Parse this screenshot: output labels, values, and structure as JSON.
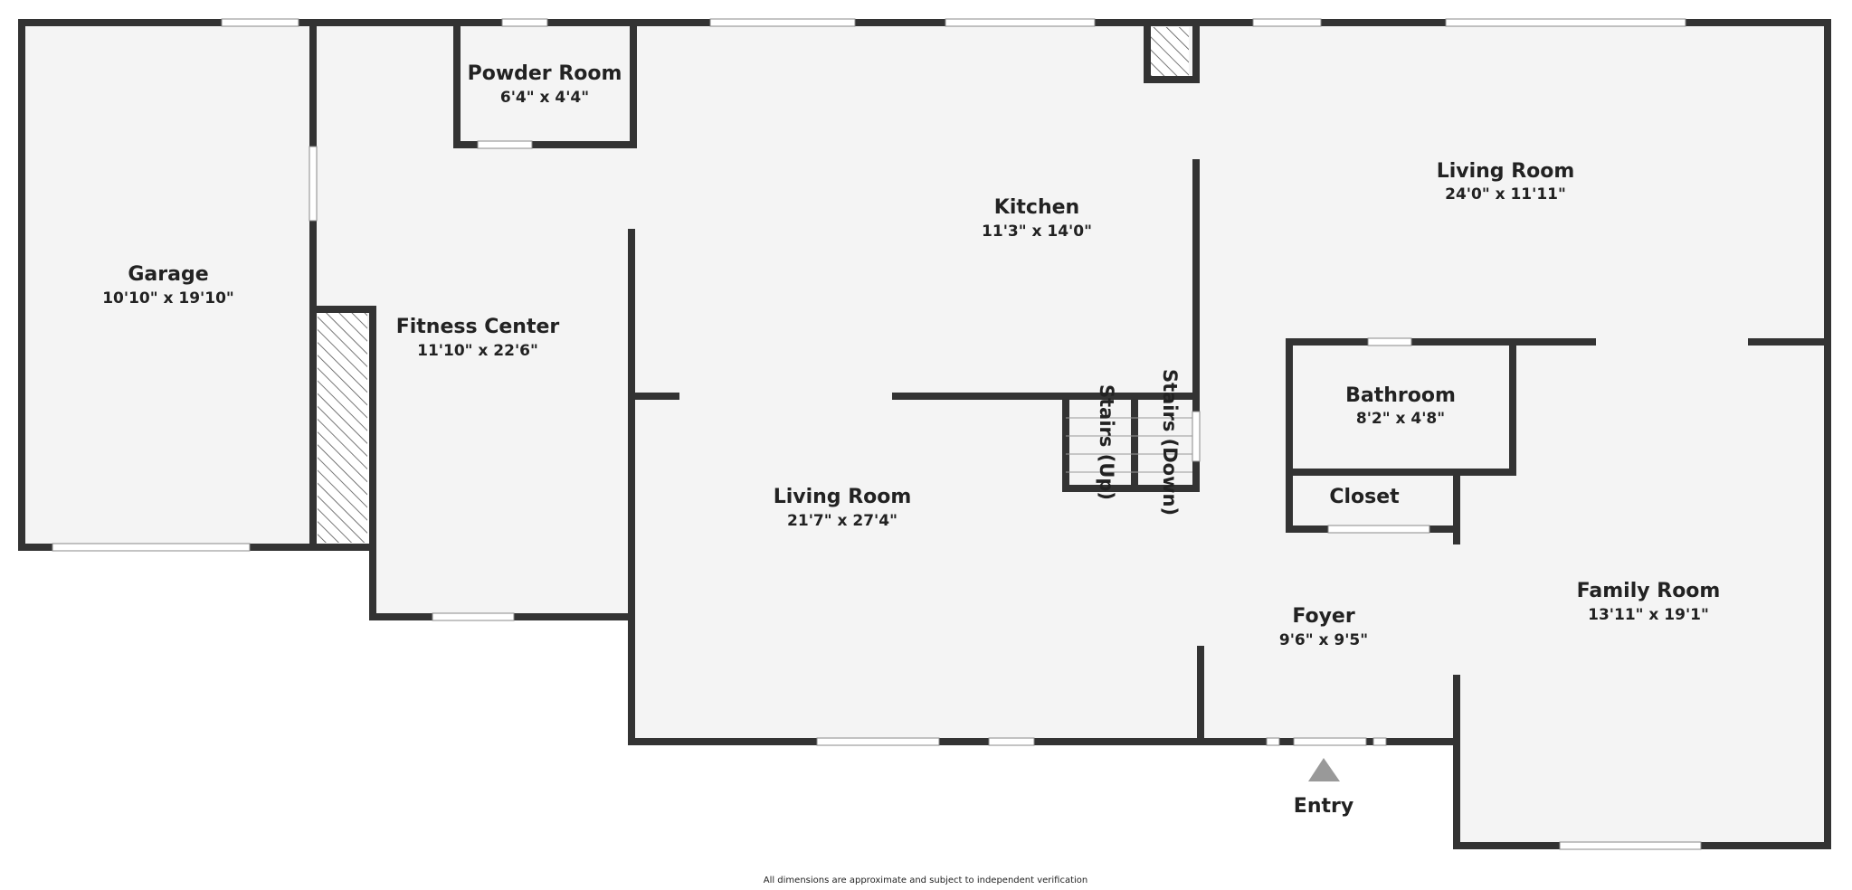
{
  "rooms": {
    "garage": {
      "name": "Garage",
      "dims": "10'10\" x 19'10\""
    },
    "powder_room": {
      "name": "Powder Room",
      "dims": "6'4\" x 4'4\""
    },
    "fitness_center": {
      "name": "Fitness Center",
      "dims": "11'10\" x 22'6\""
    },
    "kitchen": {
      "name": "Kitchen",
      "dims": "11'3\" x 14'0\""
    },
    "living_room_upper": {
      "name": "Living Room",
      "dims": "24'0\" x 11'11\""
    },
    "living_room_main": {
      "name": "Living Room",
      "dims": "21'7\" x 27'4\""
    },
    "bathroom": {
      "name": "Bathroom",
      "dims": "8'2\" x 4'8\""
    },
    "closet": {
      "name": "Closet"
    },
    "foyer": {
      "name": "Foyer",
      "dims": "9'6\" x 9'5\""
    },
    "family_room": {
      "name": "Family Room",
      "dims": "13'11\" x 19'1\""
    }
  },
  "stairs": {
    "up": "Stairs (Up)",
    "down": "Stairs (Down)"
  },
  "entry": "Entry",
  "disclaimer": "All dimensions are approximate and subject to independent verification",
  "colors": {
    "wall": "#333333",
    "floor": "#f4f4f4",
    "window": "#ffffff",
    "arrow": "#999999"
  }
}
